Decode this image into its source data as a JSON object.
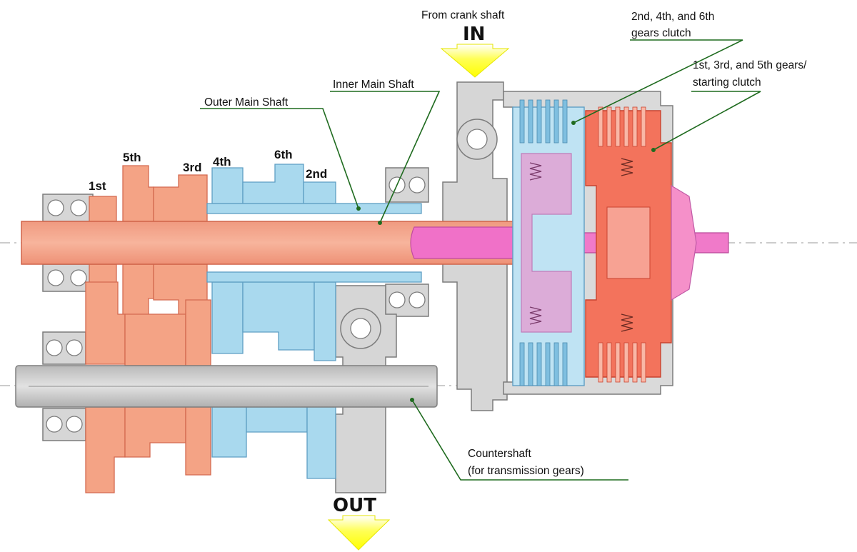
{
  "labels": {
    "from_crank": "From crank shaft",
    "in": "IN",
    "out": "OUT",
    "inner_main_shaft": "Inner Main Shaft",
    "outer_main_shaft": "Outer Main Shaft",
    "clutch_even_line1": "2nd, 4th, and 6th",
    "clutch_even_line2": "gears clutch",
    "clutch_odd_line1": "1st, 3rd, and 5th gears/",
    "clutch_odd_line2": "starting clutch",
    "countershaft_line1": "Countershaft",
    "countershaft_line2": "(for transmission gears)"
  },
  "gears": {
    "g1": "1st",
    "g5": "5th",
    "g3": "3rd",
    "g4": "4th",
    "g6": "6th",
    "g2": "2nd"
  },
  "colors": {
    "odd_gears": "#f4a385",
    "odd_gears_dark": "#e8775a",
    "even_gears": "#a9d9ee",
    "even_gears_dark": "#6fb4d6",
    "clutch_red": "#f0624a",
    "inner_shaft_pink": "#f071c8",
    "housing_gray": "#cfcfcf",
    "housing_dark": "#8a8a8a",
    "arrow_yellow": "#ffff33",
    "leader_green": "#1f6b1f"
  }
}
